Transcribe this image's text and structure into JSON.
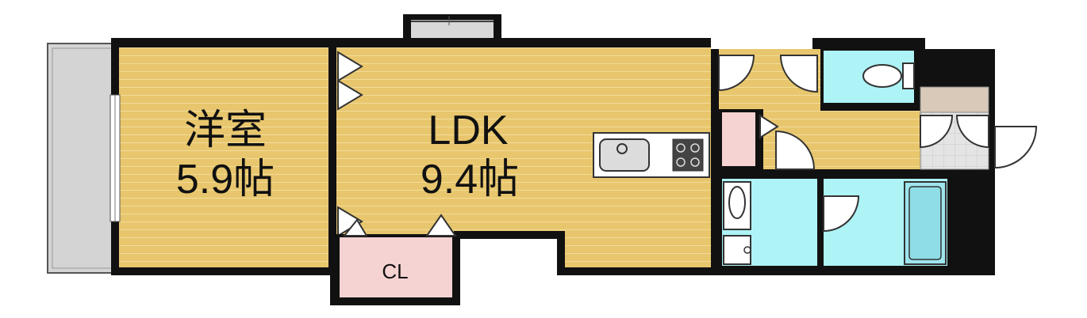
{
  "rooms": {
    "western": {
      "name": "洋室",
      "size": "5.9帖"
    },
    "ldk": {
      "name": "LDK",
      "size": "9.4帖"
    },
    "closet": {
      "name": "CL"
    }
  },
  "colors": {
    "floor_wood": "#e8c66d",
    "floor_stripe": "#f2dc9a",
    "wall": "#111111",
    "closet": "#f6d3d3",
    "wet_area": "#aef3f6",
    "balcony": "#d4d4d4",
    "entrance_tile": "#dcdcdc",
    "door_fill": "#ffffff"
  }
}
